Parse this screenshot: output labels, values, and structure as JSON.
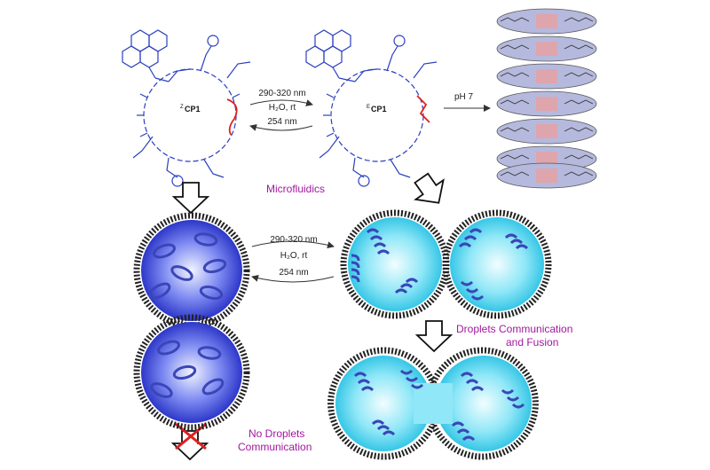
{
  "molecules": {
    "z_label_sup": "Z",
    "z_label": "CP1",
    "e_label_sup": "E",
    "e_label": "CP1"
  },
  "reaction_top": {
    "forward_wavelength": "290-320 nm",
    "conditions": "H₂O, rt",
    "reverse_wavelength": "254 nm"
  },
  "reaction_mid": {
    "forward_wavelength": "290-320 nm",
    "conditions": "H₂O, rt",
    "reverse_wavelength": "254 nm"
  },
  "ph_label": "pH 7",
  "microfluidics_label": "Microfluidics",
  "communication_label_line1": "Droplets Communication",
  "communication_label_line2": "and Fusion",
  "no_communication_line1": "No Droplets",
  "no_communication_line2": "Communication",
  "colors": {
    "peptide_blue": "#2b3fbf",
    "azo_red": "#e0201e",
    "droplet_blue": "#3344dd",
    "droplet_cyan": "#33ccee",
    "text_magenta": "#a3179f",
    "stack_fill": "#b5b9dd"
  }
}
